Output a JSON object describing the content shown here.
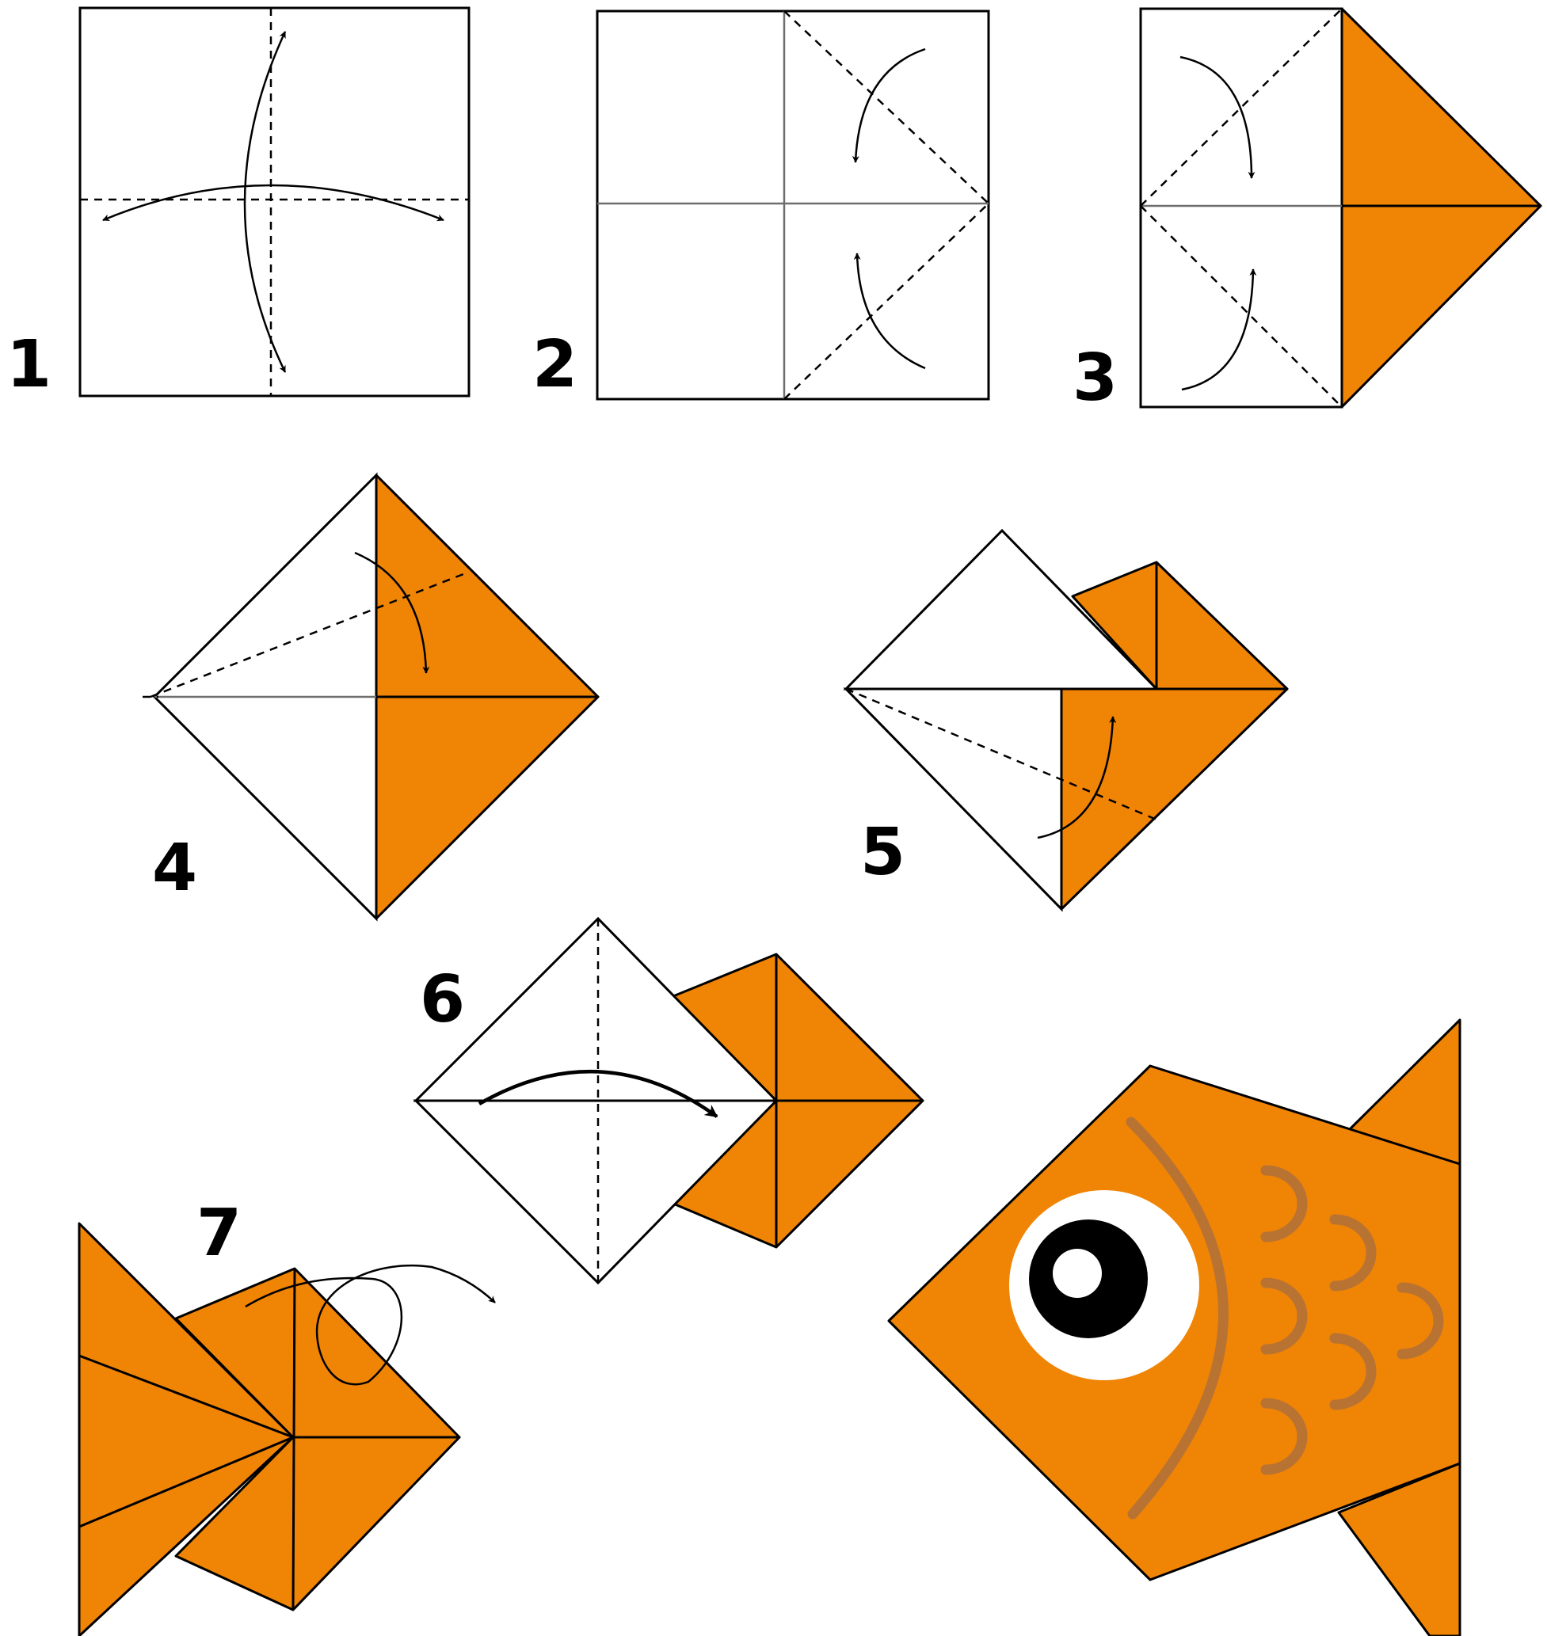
{
  "steps": [
    {
      "number": "1"
    },
    {
      "number": "2"
    },
    {
      "number": "3"
    },
    {
      "number": "4"
    },
    {
      "number": "5"
    },
    {
      "number": "6"
    },
    {
      "number": "7"
    }
  ],
  "colors": {
    "paper_color": "#f08405",
    "line_color": "#000000",
    "background": "#ffffff",
    "scale_color": "#b87333",
    "eye_outer": "#ffffff",
    "eye_pupil": "#000000"
  },
  "icons": [
    "fold-arrow-icon",
    "dashed-fold-line",
    "fish-eye-icon"
  ]
}
